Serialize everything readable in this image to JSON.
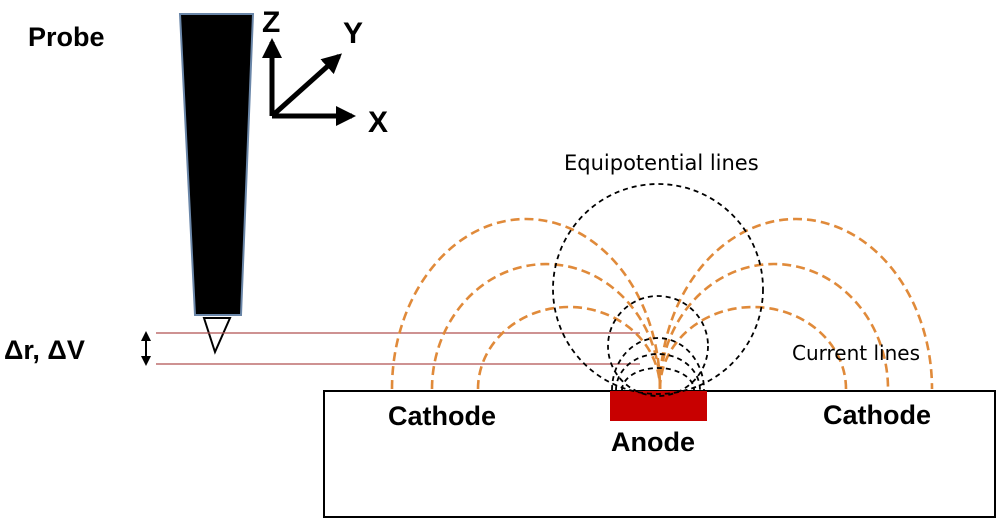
{
  "labels": {
    "probe": "Probe",
    "axis_z": "Z",
    "axis_y": "Y",
    "axis_x": "X",
    "delta": "Δr, ΔV",
    "equipotential": "Equipotential lines",
    "current": "Current lines",
    "cathode_left": "Cathode",
    "cathode_right": "Cathode",
    "anode": "Anode"
  },
  "icons": {
    "probe": "probe-tip-icon",
    "axes": "xyz-axes-icon",
    "delta_marker": "double-arrow-icon"
  },
  "colors": {
    "current_lines": "#e08a3a",
    "equipotential_lines": "#000000",
    "anode": "#c80000",
    "probe_body": "#000000",
    "probe_outline": "#6a86a8",
    "reference_lines": "#b05050"
  }
}
